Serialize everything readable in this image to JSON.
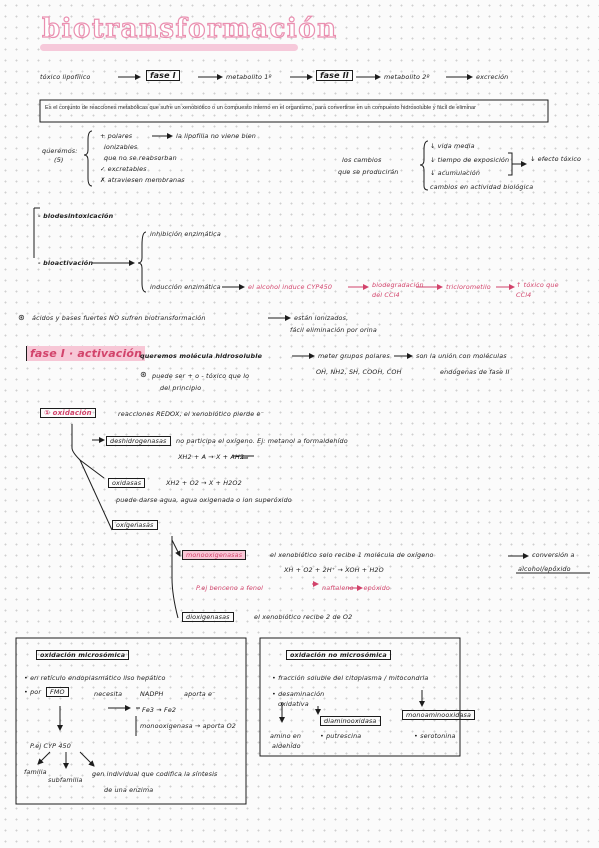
{
  "title": "biotransformación",
  "flow": {
    "toxico": "tóxico lipofílico",
    "fase1": "fase I",
    "metabolito1": "metabolito 1º",
    "fase2": "fase II",
    "metabolito2": "metabolito 2º",
    "excrecion": "excreción"
  },
  "definition": "Es el conjunto de reacciones metabólicas que sufre un xenobiótico o un compuesto interno en el organismo, para convertirse en un compuesto hidrosoluble y fácil de eliminar",
  "queremos": {
    "label": "queremos:",
    "count": "(5)",
    "items": [
      "+ polares",
      "ionizables",
      "que no se reabsorban",
      "✓ excretables",
      "✗ atraviesen membranas"
    ],
    "lipofilia": "la lipofilia no viene bien"
  },
  "cambios": {
    "label1": "los cambios",
    "label2": "que se producirán",
    "items": [
      "↓ vida media",
      "↓ tiempo de exposición",
      "↓ acumulación",
      "cambios en actividad biológica"
    ],
    "efecto": "↓ efecto tóxico"
  },
  "bio": {
    "desintox": "- biodesintoxicación",
    "activacion": "- bioactivación",
    "inhibicion": "inhibición enzimática",
    "induccion": "inducción enzimática",
    "alcohol": "el alcohol induce CYP450",
    "biodegradacion": "biodegradación del CCl4",
    "triclorometilo": "triclorometilo",
    "mas_toxico": "↑ tóxico que CCl4"
  },
  "acidos": {
    "text": "ácidos y bases fuertes NO sufren biotransformación",
    "ionizados": "están ionizados,",
    "orina": "fácil eliminación por orina"
  },
  "fase1": {
    "heading": "fase I · activación",
    "queremos": "queremos molécula hidrosoluble",
    "meter": "meter grupos polares",
    "grupos": "OH, NH2, SH, COOH, COH",
    "union": "son la unión con moléculas",
    "endogenas": "endógenas de fase II",
    "puede": "puede ser + o - tóxico que lo",
    "principio": "del principio"
  },
  "oxidacion": {
    "heading": "① oxidación",
    "desc": "reacciones REDOX, el xenobiótico pierde e⁻",
    "deshidrogenasas": "deshidrogenasas",
    "deshid_desc": "no participa el oxígeno. Ej: metanol a formaldehído",
    "deshid_eq": "XH2 + A → X + AH2",
    "oxidasas": "oxidasas",
    "oxid_eq": "XH2 + O2 → X + H2O2",
    "oxid_desc": "puede darse agua, agua oxigenada o ion superóxido",
    "oxigenasas": "oxigenasas",
    "mono": "monooxigenasas",
    "mono_desc": "el xenobiótico solo recibe 1 molécula de oxígeno",
    "conversion": "conversión a",
    "alcohol_epox": "alcohol/epóxido",
    "mono_eq": "XH + O2 + 2H⁺ → XOH + H2O",
    "benceno": "P.ej benceno a fenol",
    "naftaleno": "naftaleno → epóxido",
    "dioxi": "dioxigenasas",
    "dioxi_desc": "el xenobiótico recibe 2 de O2"
  },
  "micro": {
    "heading": "oxidación microsómica",
    "l1": "• en retículo endoplasmático liso hepático",
    "por": "• por",
    "fmo": "FMO",
    "necesita": "necesita",
    "nadph": "NADPH",
    "aporta_e": "aporta e⁻",
    "fe": "Fe3 → Fe2",
    "mono": "monooxigenasa → aporta O2",
    "cyp": "P.ej CYP 450",
    "familia": "familia",
    "subfamilia": "subfamilia",
    "individuo": "gen individual que codifica la síntesis",
    "enzima": "de una enzima"
  },
  "nomicro": {
    "heading": "oxidación no microsómica",
    "l1": "• fracción soluble del citoplasma / mitocondria",
    "desam": "• desaminación",
    "oxidativa": "oxidativa",
    "diamino": "diaminooxidasa",
    "monoamino": "monoaminooxidasa",
    "amino": "amino en",
    "aldehido": "aldehído",
    "putrescina": "• putrescina",
    "serotonina": "• serotonina"
  }
}
